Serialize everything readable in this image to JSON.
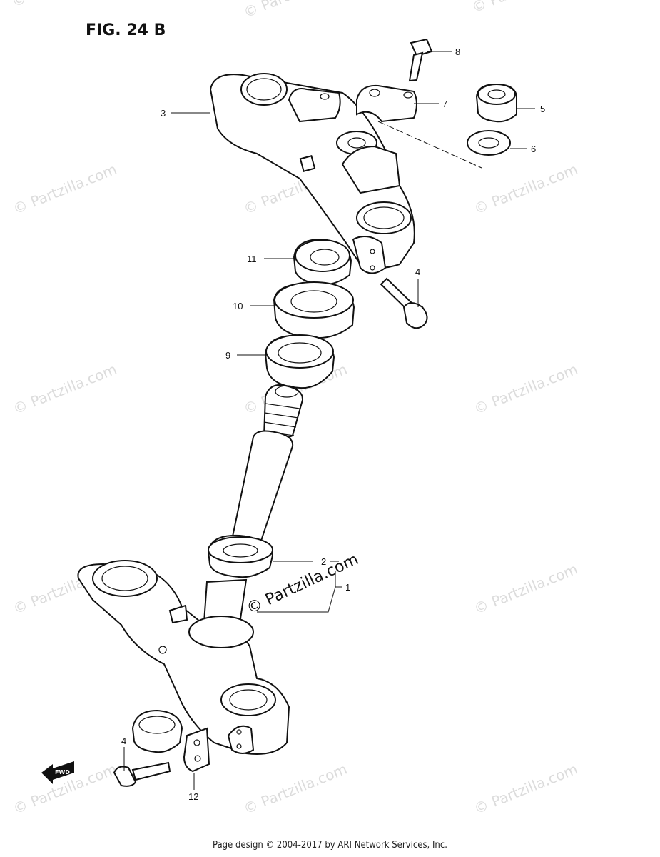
{
  "figure": {
    "title": "FIG. 24 B"
  },
  "watermarks": {
    "text": "© Partzilla.com",
    "center_text": "© Partzilla.com"
  },
  "callouts": [
    "1",
    "2",
    "3",
    "4",
    "5",
    "6",
    "7",
    "8",
    "9",
    "10",
    "11",
    "4",
    "12"
  ],
  "fwd": {
    "label": "FWD"
  },
  "footer": {
    "text": "Page design © 2004-2017 by ARI Network Services, Inc."
  }
}
